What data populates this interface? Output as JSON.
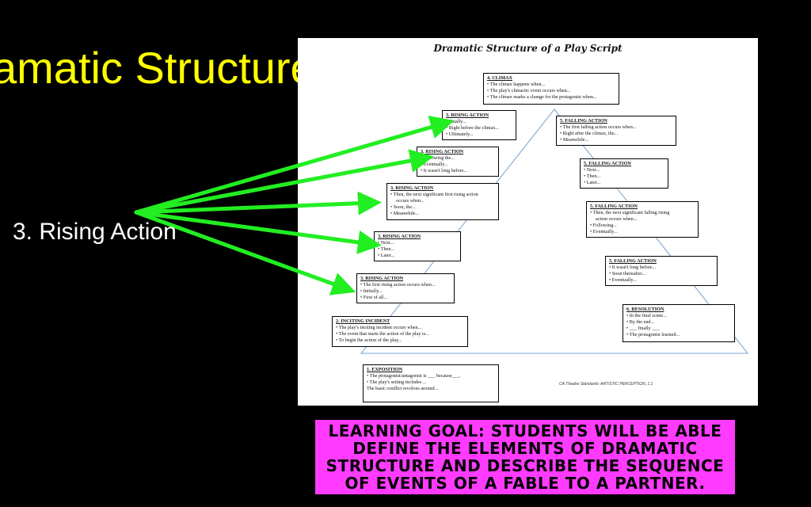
{
  "slide": {
    "title": "amatic Structure",
    "sub_label": "3. Rising Action"
  },
  "document": {
    "title": "Dramatic Structure of a Play Script",
    "standards": "CA Theatre Standards: ARTISTIC PERCEPTION, 1.1",
    "boxes": [
      {
        "heading": "4. CLIMAX",
        "lines": [
          "The climax happens when...",
          "The play's climactic event occurs when...",
          "The climax marks a change for the protagonist when..."
        ]
      },
      {
        "heading": "3. RISING ACTION",
        "lines": [
          "Finally...",
          "Right before the climax...",
          "Ultimately..."
        ]
      },
      {
        "heading": "3. RISING ACTION",
        "lines": [
          "Following the...",
          "Eventually...",
          "It wasn't long before..."
        ]
      },
      {
        "heading": "3. RISING ACTION",
        "lines": [
          "Then, the next significant first rising action",
          "occurs when...",
          "Soon, the...",
          "Meanwhile..."
        ]
      },
      {
        "heading": "3. RISING ACTION",
        "lines": [
          "Next...",
          "Then...",
          "Later..."
        ]
      },
      {
        "heading": "3. RISING ACTION",
        "lines": [
          "The first rising action occurs when...",
          "Initially...",
          "First of all..."
        ]
      },
      {
        "heading": "2. INCITING INCIDENT",
        "lines": [
          "The play's inciting incident occurs when...",
          "The event that starts the action of the play is...",
          "To begin the action of the play..."
        ]
      },
      {
        "heading": "1. EXPOSITION",
        "lines": [
          "The protagonist/antagonist is ___ because___.",
          "The play's setting includes ...",
          "The basic conflict revolves around..."
        ]
      },
      {
        "heading": "5. FALLING ACTION",
        "lines": [
          "The first falling action occurs when...",
          "Right after the climax, the...",
          "Meanwhile..."
        ]
      },
      {
        "heading": "5. FALLING ACTION",
        "lines": [
          "Next...",
          "Then...",
          "Later..."
        ]
      },
      {
        "heading": "5. FALLING ACTION",
        "lines": [
          "Then, the next significant falling rising",
          "action occurs when...",
          "Following...",
          "Eventually..."
        ]
      },
      {
        "heading": "5. FALLING ACTION",
        "lines": [
          "It wasn't long before...",
          "Soon thereafter...",
          "Eventually..."
        ]
      },
      {
        "heading": "6. RESOLUTION",
        "lines": [
          "In the final scene...",
          "By the end...",
          "___ finally ___",
          "The protagonist learned..."
        ]
      }
    ]
  },
  "learning_goal": {
    "lines": [
      "LEARNING GOAL:  STUDENTS WILL BE ABLE",
      "DEFINE THE ELEMENTS OF DRAMATIC",
      "STRUCTURE AND DESCRIBE THE SEQUENCE",
      "OF EVENTS OF A FABLE TO A PARTNER."
    ]
  },
  "colors": {
    "title": "#ffff00",
    "arrow": "#22ee22",
    "goal_bg": "#ff3bff"
  }
}
